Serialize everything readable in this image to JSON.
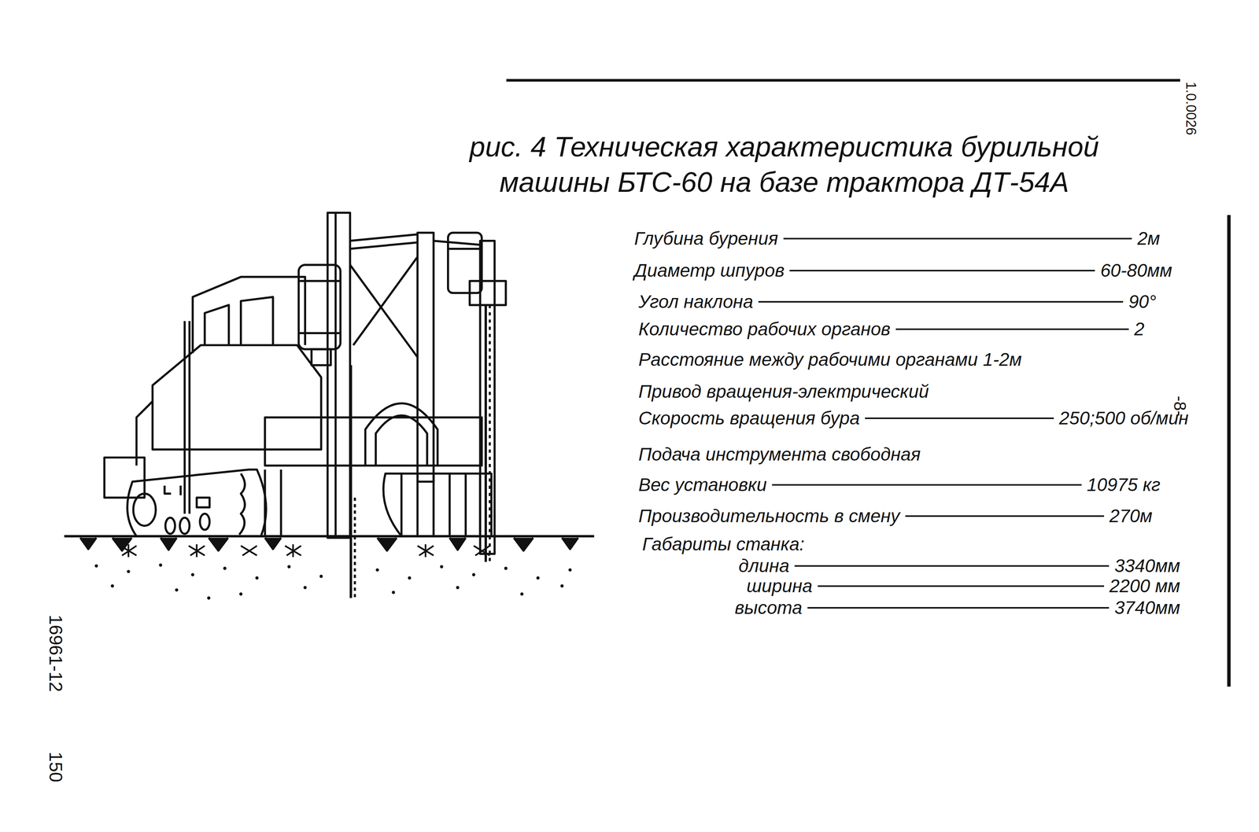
{
  "diagram": {
    "title": "рис. 4 Техническая характеристика бурильной машины БТС-60 на базе трактора ДТ-54А",
    "labels": [
      "Глубина бурения",
      "2м",
      "Диаметр шпуров",
      "60-80мм",
      "Угол наклона",
      "90°",
      "Количество рабочих органов",
      "2",
      "Расстояние между рабочими органами 1-2м",
      "Привод вращения-электрический",
      "Скорость вращения бура",
      "250;500 об/мин",
      "Подача инструмента свободная",
      "Вес установки",
      "10975 кг",
      "Производительность в смену",
      "270м",
      "Габариты станка:",
      "длина",
      "3340мм",
      "ширина",
      "2200 мм",
      "высота",
      "3740мм",
      "-8-",
      "16961-12",
      "150",
      "1.0.0026"
    ]
  }
}
